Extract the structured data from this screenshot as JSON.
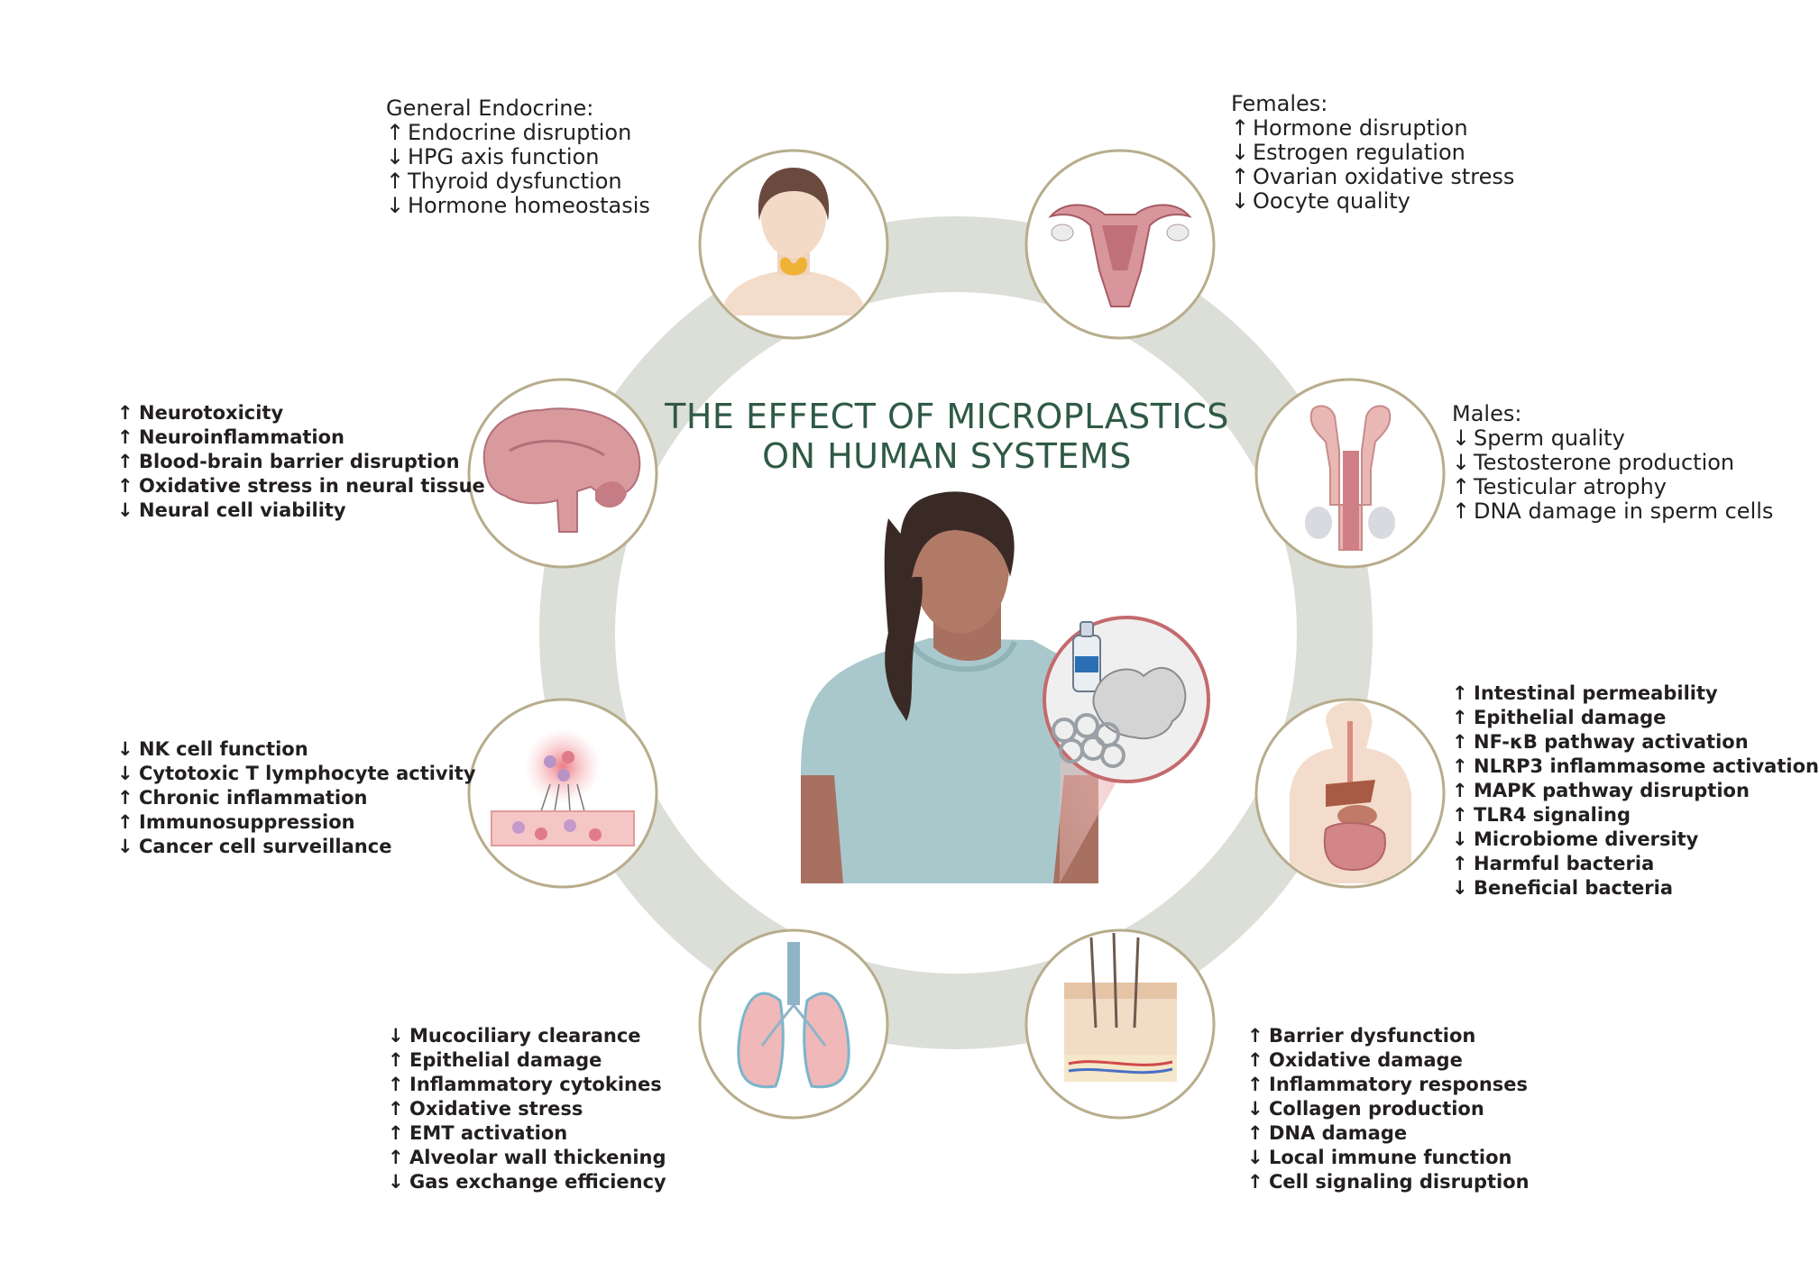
{
  "title": {
    "line1": "THE EFFECT OF MICROPLASTICS",
    "line2": "ON HUMAN SYSTEMS"
  },
  "colors": {
    "ring": "#dcdfd7",
    "circle_border": "#b7ad8c",
    "title": "#2f5a45",
    "text": "#231f20"
  },
  "systems": [
    {
      "id": "general-endocrine",
      "icon": "head-thyroid-icon",
      "heading": "General Endocrine:",
      "effects": [
        {
          "arrow": "↑",
          "text": "Endocrine disruption"
        },
        {
          "arrow": "↓",
          "text": "HPG axis function"
        },
        {
          "arrow": "↑",
          "text": "Thyroid dysfunction"
        },
        {
          "arrow": "↓",
          "text": "Hormone homeostasis"
        }
      ]
    },
    {
      "id": "females",
      "icon": "uterus-icon",
      "heading": "Females:",
      "effects": [
        {
          "arrow": "↑",
          "text": "Hormone disruption"
        },
        {
          "arrow": "↓",
          "text": "Estrogen regulation"
        },
        {
          "arrow": "↑",
          "text": "Ovarian oxidative stress"
        },
        {
          "arrow": "↓",
          "text": "Oocyte quality"
        }
      ]
    },
    {
      "id": "males",
      "icon": "male-reproductive-icon",
      "heading": "Males:",
      "effects": [
        {
          "arrow": "↓",
          "text": "Sperm quality"
        },
        {
          "arrow": "↓",
          "text": "Testosterone production"
        },
        {
          "arrow": "↑",
          "text": "Testicular atrophy"
        },
        {
          "arrow": "↑",
          "text": "DNA damage in sperm cells"
        }
      ]
    },
    {
      "id": "nervous",
      "icon": "brain-icon",
      "heading": "",
      "effects": [
        {
          "arrow": "↑",
          "text": "Neurotoxicity"
        },
        {
          "arrow": "↑",
          "text": "Neuroinflammation"
        },
        {
          "arrow": "↑",
          "text": "Blood-brain barrier disruption"
        },
        {
          "arrow": "↑",
          "text": "Oxidative stress in neural tissue"
        },
        {
          "arrow": "↓",
          "text": "Neural cell viability"
        }
      ]
    },
    {
      "id": "immune",
      "icon": "immune-cells-icon",
      "heading": "",
      "effects": [
        {
          "arrow": "↓",
          "text": "NK cell function"
        },
        {
          "arrow": "↓",
          "text": "Cytotoxic T lymphocyte activity"
        },
        {
          "arrow": "↑",
          "text": "Chronic inflammation"
        },
        {
          "arrow": "↑",
          "text": "Immunosuppression"
        },
        {
          "arrow": "↓",
          "text": "Cancer cell surveillance"
        }
      ]
    },
    {
      "id": "digestive",
      "icon": "digestive-system-icon",
      "heading": "",
      "effects": [
        {
          "arrow": "↑",
          "text": "Intestinal permeability"
        },
        {
          "arrow": "↑",
          "text": "Epithelial damage"
        },
        {
          "arrow": "↑",
          "text": "NF-κB pathway activation"
        },
        {
          "arrow": "↑",
          "text": "NLRP3 inflammasome activation"
        },
        {
          "arrow": "↑",
          "text": "MAPK pathway disruption"
        },
        {
          "arrow": "↑",
          "text": "TLR4 signaling"
        },
        {
          "arrow": "↓",
          "text": "Microbiome diversity"
        },
        {
          "arrow": "↑",
          "text": "Harmful bacteria"
        },
        {
          "arrow": "↓",
          "text": "Beneficial bacteria"
        }
      ]
    },
    {
      "id": "respiratory",
      "icon": "lungs-icon",
      "heading": "",
      "effects": [
        {
          "arrow": "↓",
          "text": "Mucociliary clearance"
        },
        {
          "arrow": "↑",
          "text": "Epithelial damage"
        },
        {
          "arrow": "↑",
          "text": "Inflammatory cytokines"
        },
        {
          "arrow": "↑",
          "text": "Oxidative stress"
        },
        {
          "arrow": "↑",
          "text": "EMT activation"
        },
        {
          "arrow": "↑",
          "text": "Alveolar wall thickening"
        },
        {
          "arrow": "↓",
          "text": "Gas exchange efficiency"
        }
      ]
    },
    {
      "id": "skin",
      "icon": "skin-layers-icon",
      "heading": "",
      "effects": [
        {
          "arrow": "↑",
          "text": "Barrier dysfunction"
        },
        {
          "arrow": "↑",
          "text": "Oxidative damage"
        },
        {
          "arrow": "↑",
          "text": "Inflammatory responses"
        },
        {
          "arrow": "↓",
          "text": "Collagen production"
        },
        {
          "arrow": "↑",
          "text": "DNA damage"
        },
        {
          "arrow": "↓",
          "text": "Local immune function"
        },
        {
          "arrow": "↑",
          "text": "Cell signaling disruption"
        }
      ]
    }
  ]
}
